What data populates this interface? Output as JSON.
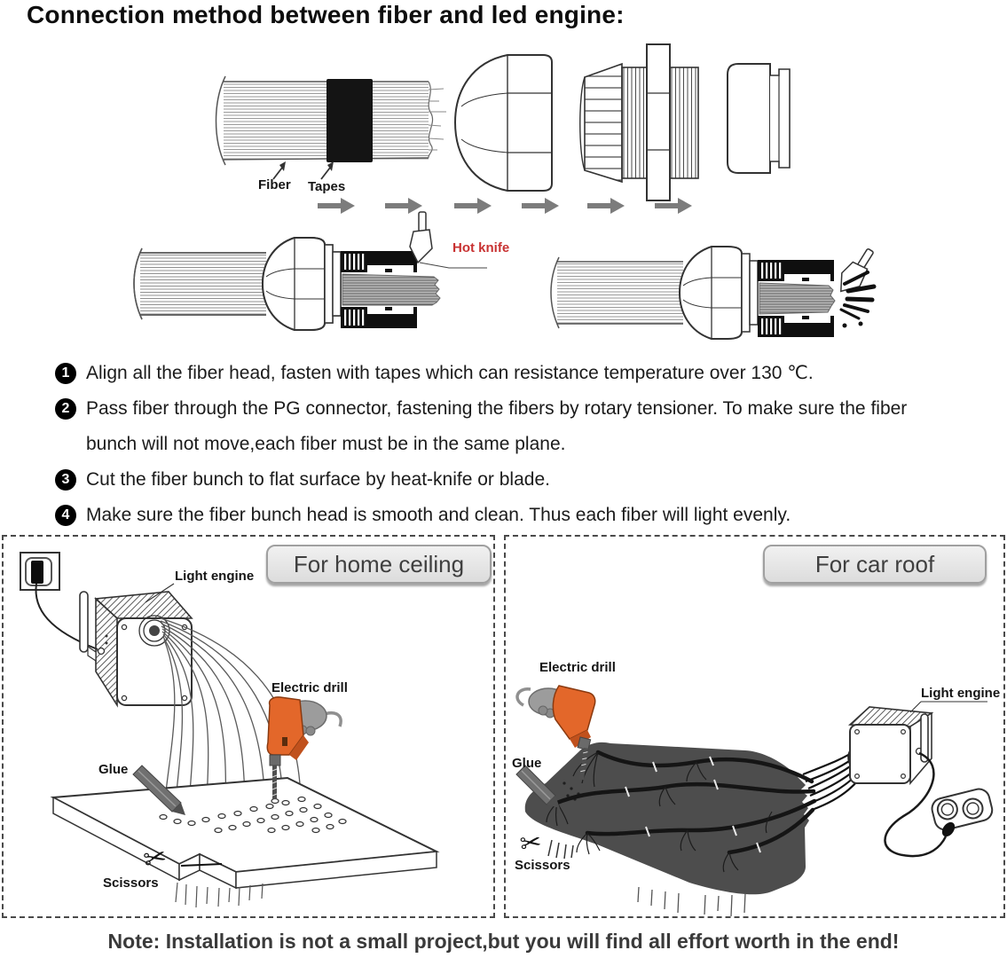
{
  "title": "Connection method between fiber and led engine:",
  "diagram_labels": {
    "fiber": "Fiber",
    "tapes": "Tapes",
    "hot_knife": "Hot knife"
  },
  "steps": [
    {
      "num": "1",
      "text": "Align all the fiber head, fasten with tapes which can resistance temperature over 130 ℃."
    },
    {
      "num": "2",
      "text": "Pass fiber through the PG connector, fastening the fibers by rotary tensioner. To make sure the fiber bunch will not move,each fiber must be in the same plane."
    },
    {
      "num": "3",
      "text": "Cut the fiber bunch to flat surface by heat-knife or blade."
    },
    {
      "num": "4",
      "text": "Make sure the fiber bunch head is smooth and clean. Thus each fiber will light evenly."
    }
  ],
  "panels": {
    "home": {
      "badge": "For home ceiling",
      "light_engine": "Light engine",
      "electric_drill": "Electric drill",
      "glue": "Glue",
      "scissors": "Scissors"
    },
    "car": {
      "badge": "For car roof",
      "light_engine": "Light engine",
      "electric_drill": "Electric drill",
      "glue": "Glue",
      "scissors": "Scissors"
    }
  },
  "icons": {
    "scissors_glyph": "✂"
  },
  "note": "Note: Installation is not a small project,but you will find all effort worth in the end!",
  "colors": {
    "hot_knife_red": "#c83232",
    "arrow_gray": "#7c7c7c",
    "drill_orange": "#e3672a",
    "roof_liner_gray": "#4d4d4d",
    "note_gray": "#3a3a3a"
  }
}
